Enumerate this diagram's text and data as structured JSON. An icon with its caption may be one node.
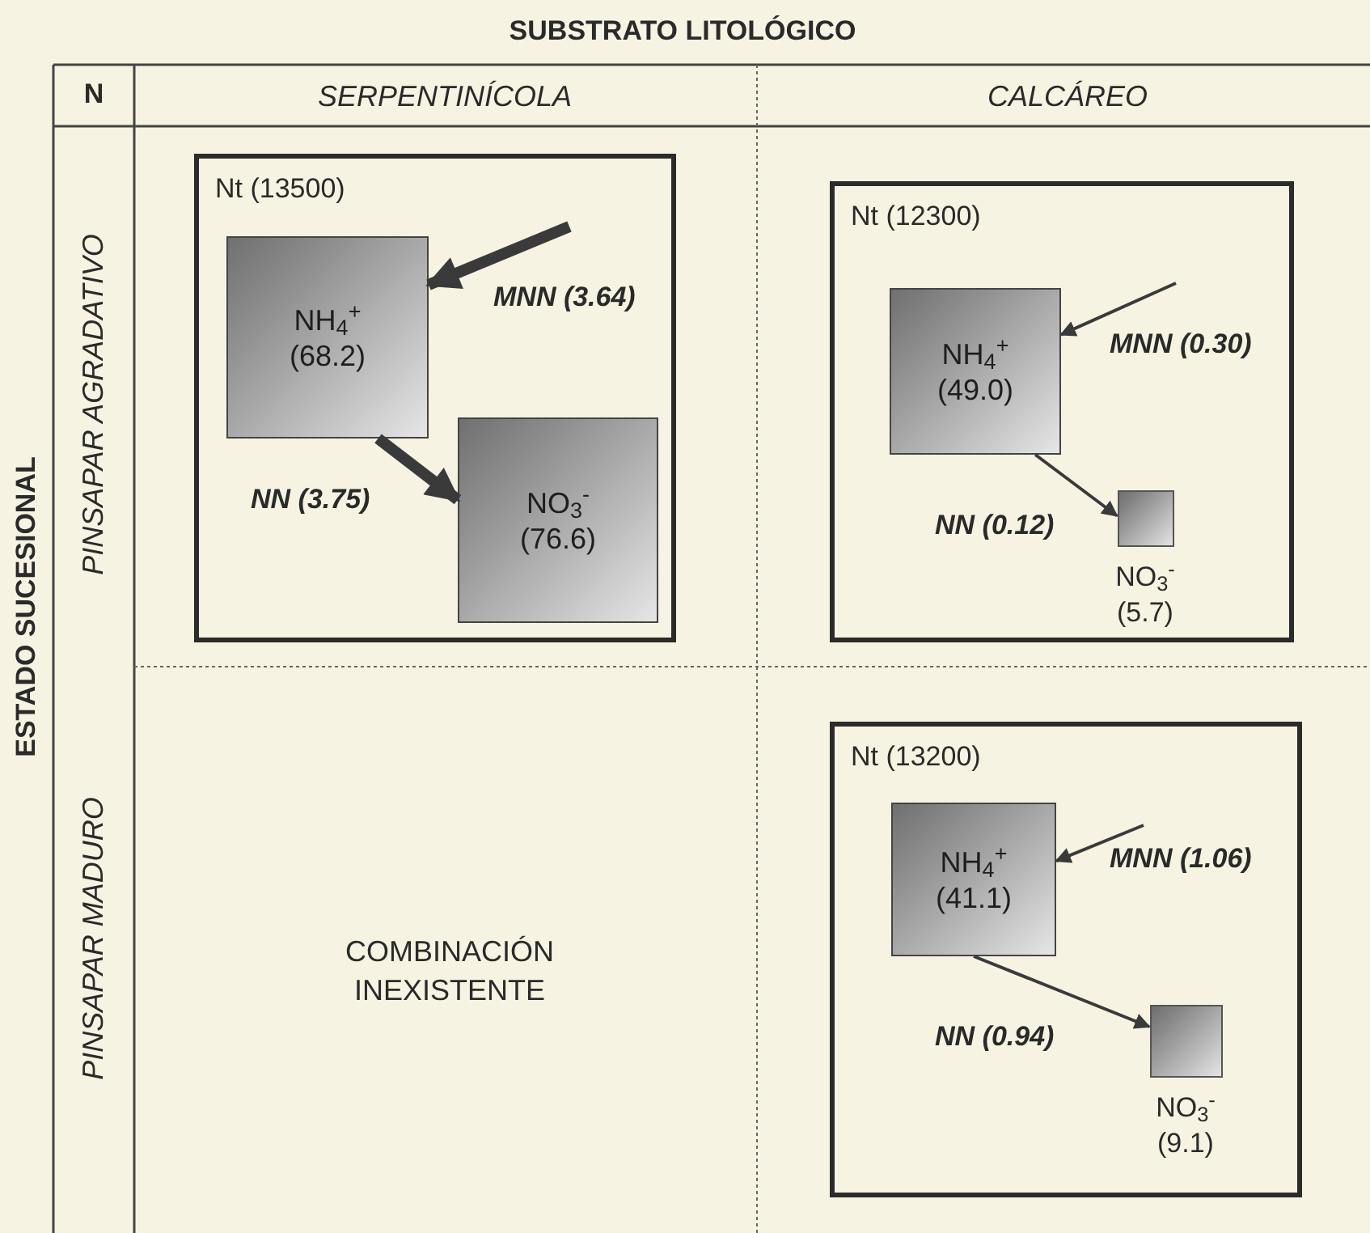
{
  "diagram": {
    "nodes": [
      {
        "text": [
          "Nt (13500)"
        ]
      },
      {
        "text": [
          "NH$_{4}$$^{+}$",
          "(68.2)"
        ],
        "in": 0
      },
      {
        "text": [
          "NO$_{3}$$^{-}$",
          "(76.6)"
        ],
        "in": 0
      },
      {
        "text": [
          "Nt (12300)"
        ]
      },
      {
        "text": [
          "NH$_{4}$$^{+}$",
          "(49.0)"
        ],
        "in": 3
      },
      {
        "text": [
          "NO$_{3}$$^{-}$",
          "(5.7)"
        ],
        "in": 3
      },
      {
        "text": [
          "Nt (13200)"
        ]
      },
      {
        "text": [
          "NH$_{4}$$^{+}$",
          "(41.1)"
        ],
        "in": 6
      },
      {
        "text": [
          "NO$_{3}$$^{-}$",
          "(9.1)"
        ],
        "in": 6
      }
    ],
    "edges": [
      {
        "from": null,
        "to": 1,
        "arrow": "to",
        "label": "MNN (3.64)",
        "style": "thick"
      },
      {
        "from": 1,
        "to": 2,
        "arrow": "to",
        "label": "NN (3.75)",
        "style": "thick"
      },
      {
        "from": null,
        "to": 4,
        "arrow": "to",
        "label": "MNN (0.30)"
      },
      {
        "from": 4,
        "to": 5,
        "arrow": "to",
        "label": "NN (0.12)"
      },
      {
        "from": null,
        "to": 7,
        "arrow": "to",
        "label": "MNN (1.06)"
      },
      {
        "from": 7,
        "to": 8,
        "arrow": "to",
        "label": "NN (0.94)"
      }
    ],
    "labels": [
      "SUBSTRATO LITOLÓGICO",
      "N",
      "SERPENTINÍCOLA",
      "CALCÁREO",
      "ESTADO SUCESIONAL",
      "PINSAPAR AGRADATIVO",
      "PINSAPAR MADURO",
      "COMBINACIÓN INEXISTENTE"
    ]
  }
}
